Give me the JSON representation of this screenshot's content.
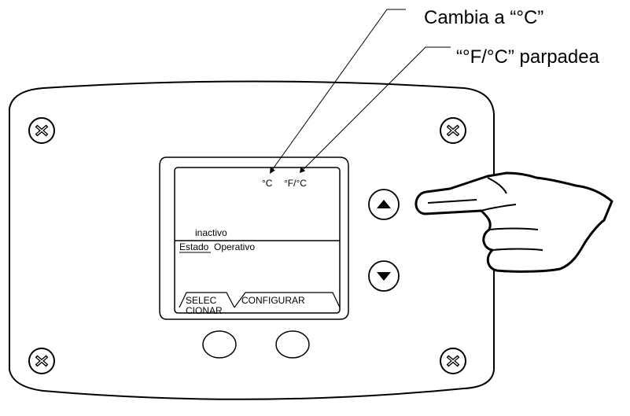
{
  "callouts": {
    "celsius": "Cambia a “°C”",
    "blink": "“°F/°C” parpadea"
  },
  "lcd": {
    "unit_c": "°C",
    "unit_fc": "°F/°C",
    "status_value": "inactivo",
    "status_label": "Estado",
    "mode": "Operativo",
    "softkey_left_line1": "SELEC",
    "softkey_left_line2": "CIONAR",
    "softkey_right": "CONFIGURAR"
  },
  "buttons": {
    "up": "up-arrow-icon",
    "down": "down-arrow-icon"
  },
  "hand": "pointing-hand-icon"
}
